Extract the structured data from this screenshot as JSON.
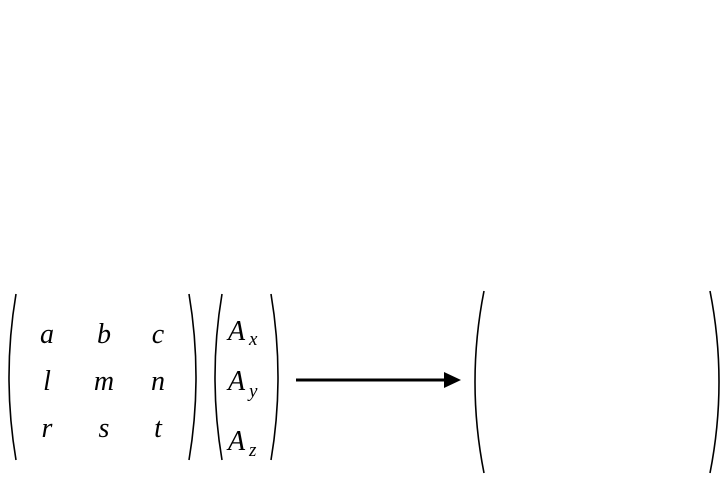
{
  "matrix": {
    "rows": [
      [
        "a",
        "b",
        "c"
      ],
      [
        "l",
        "m",
        "n"
      ],
      [
        "r",
        "s",
        "t"
      ]
    ]
  },
  "vector": {
    "base": "A",
    "subscripts": [
      "x",
      "y",
      "z"
    ]
  },
  "result": {
    "entries": []
  }
}
